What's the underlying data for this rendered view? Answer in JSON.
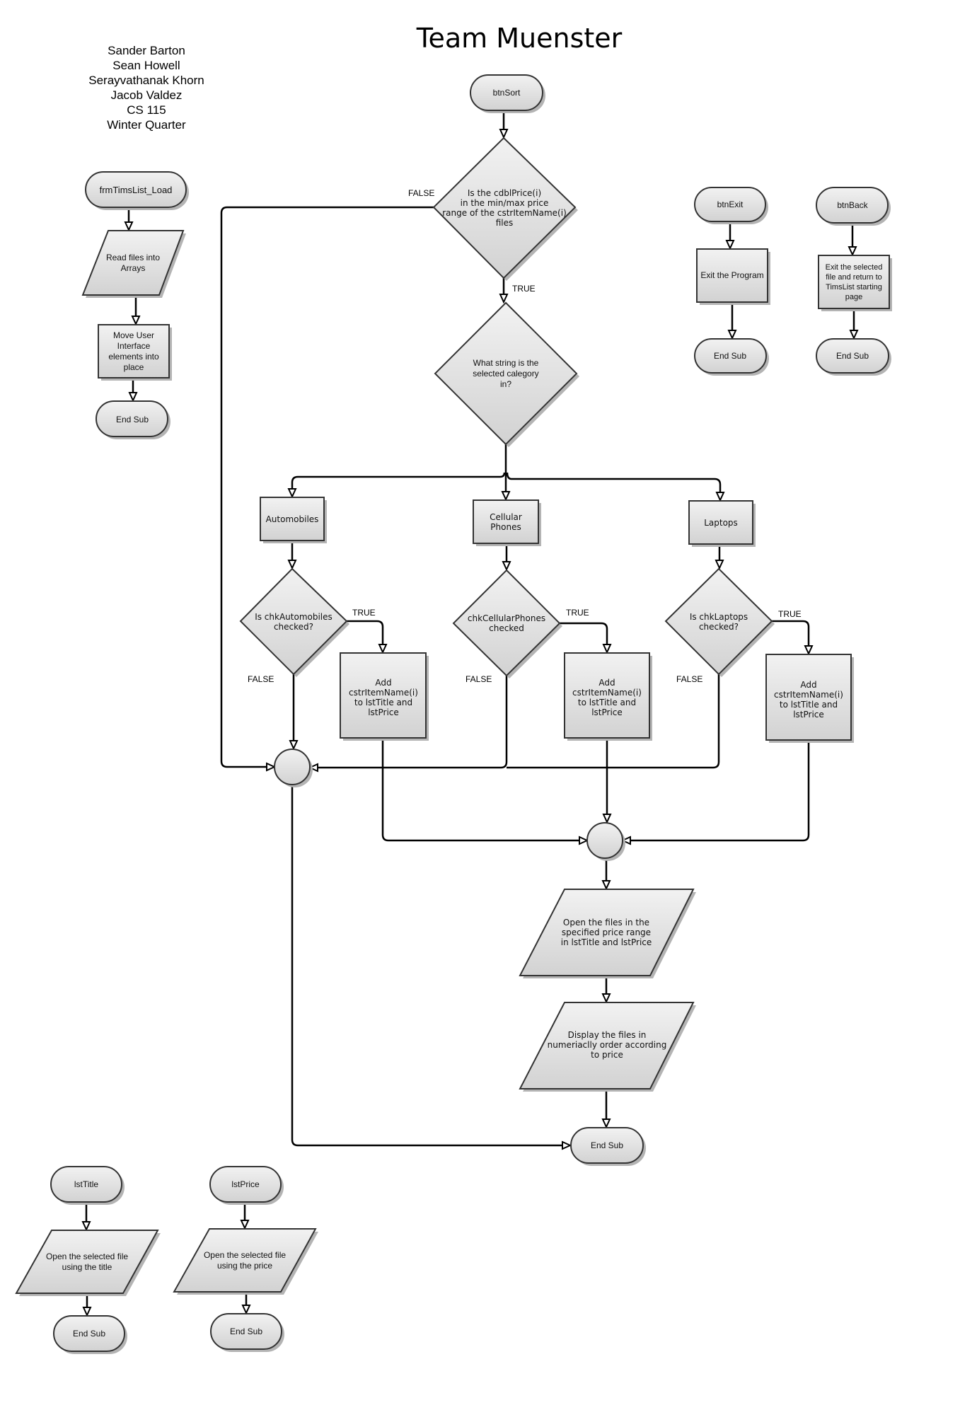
{
  "title": "Team Muenster",
  "authors": [
    "Sander Barton",
    "Sean Howell",
    "Serayvathanak Khorn",
    "Jacob Valdez",
    "CS 115",
    "Winter Quarter"
  ],
  "load_flow": {
    "start": "frmTimsList_Load",
    "read": [
      "Read files into",
      "Arrays"
    ],
    "move": [
      "Move User",
      "Interface",
      "elements into",
      "place"
    ],
    "end": "End Sub"
  },
  "sort_flow": {
    "start": "btnSort",
    "price_decision": [
      "Is the cdblPrice(i)",
      "in the min/max price",
      "range of the cstrItemName(i)",
      "files"
    ],
    "false_label": "FALSE",
    "true_label": "TRUE",
    "category_decision": [
      "What string is the",
      "selected calegory",
      "in?"
    ],
    "categories": [
      {
        "name": [
          "Automobiles"
        ],
        "check": [
          "Is chkAutomobiles",
          "checked?"
        ],
        "add": [
          "Add",
          "cstrItemName(i)",
          "to lstTitle and",
          "lstPrice"
        ]
      },
      {
        "name": [
          "Cellular",
          "Phones"
        ],
        "check": [
          "chkCellularPhones",
          "checked"
        ],
        "add": [
          "Add",
          "cstrItemName(i)",
          "to lstTitle and",
          "lstPrice"
        ]
      },
      {
        "name": [
          "Laptops"
        ],
        "check": [
          "Is chkLaptops",
          "checked?"
        ],
        "add": [
          "Add",
          "cstrItemName(i)",
          "to lstTitle and",
          "lstPrice"
        ]
      }
    ],
    "open_files": [
      "Open the files in the",
      "specified price range",
      "in lstTitle and lstPrice"
    ],
    "display_files": [
      "Display the files in",
      "numeriaclly order according",
      "to price"
    ],
    "end": "End Sub"
  },
  "exit_flow": {
    "start": "btnExit",
    "action": [
      "Exit the Program"
    ],
    "end": "End Sub"
  },
  "back_flow": {
    "start": "btnBack",
    "action": [
      "Exit the selected",
      "file and return to",
      "TimsList starting",
      "page"
    ],
    "end": "End Sub"
  },
  "title_flow": {
    "start": "lstTitle",
    "action": [
      "Open the selected file",
      "using the title"
    ],
    "end": "End Sub"
  },
  "price_flow": {
    "start": "lstPrice",
    "action": [
      "Open the selected file",
      "using the price"
    ],
    "end": "End Sub"
  }
}
